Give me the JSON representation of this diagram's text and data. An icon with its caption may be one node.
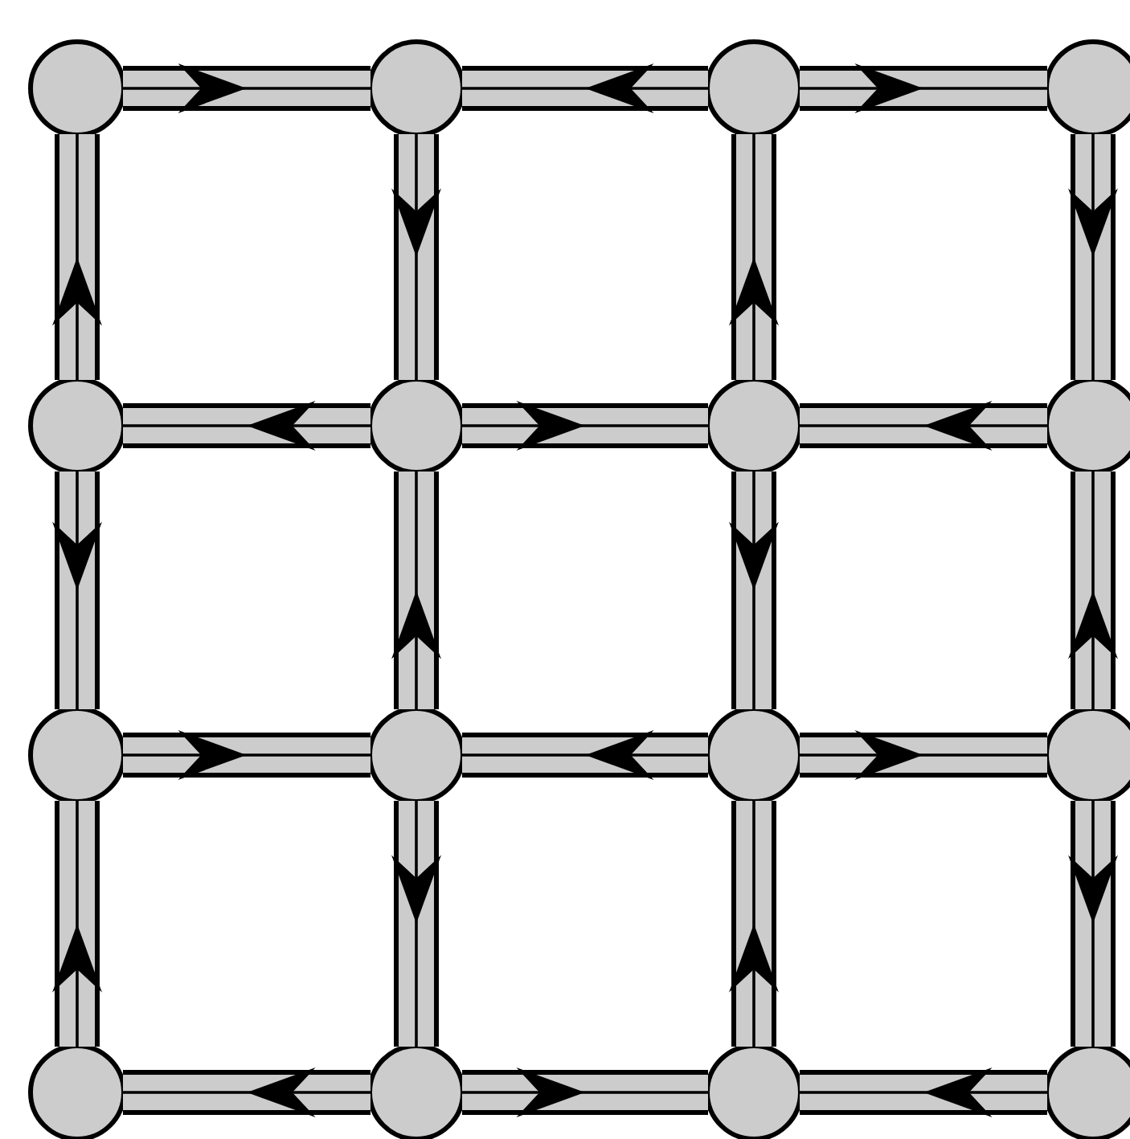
{
  "diagram": {
    "nodes": [
      {
        "text": [],
        "shape": "circle"
      },
      {
        "text": [],
        "shape": "circle"
      },
      {
        "text": [],
        "shape": "circle"
      },
      {
        "text": [],
        "shape": "circle"
      },
      {
        "text": [],
        "shape": "circle"
      },
      {
        "text": [],
        "shape": "circle"
      },
      {
        "text": [],
        "shape": "circle"
      },
      {
        "text": [],
        "shape": "circle"
      },
      {
        "text": [],
        "shape": "circle"
      },
      {
        "text": [],
        "shape": "circle"
      },
      {
        "text": [],
        "shape": "circle"
      },
      {
        "text": [],
        "shape": "circle"
      },
      {
        "text": [],
        "shape": "circle"
      },
      {
        "text": [],
        "shape": "circle"
      },
      {
        "text": [],
        "shape": "circle"
      },
      {
        "text": [],
        "shape": "circle"
      }
    ],
    "edges": [
      {
        "from": 0,
        "to": 1,
        "arrow": "to"
      },
      {
        "from": 2,
        "to": 1,
        "arrow": "to"
      },
      {
        "from": 2,
        "to": 3,
        "arrow": "to"
      },
      {
        "from": 5,
        "to": 4,
        "arrow": "to"
      },
      {
        "from": 5,
        "to": 6,
        "arrow": "to"
      },
      {
        "from": 7,
        "to": 6,
        "arrow": "to"
      },
      {
        "from": 8,
        "to": 9,
        "arrow": "to"
      },
      {
        "from": 10,
        "to": 9,
        "arrow": "to"
      },
      {
        "from": 10,
        "to": 11,
        "arrow": "to"
      },
      {
        "from": 13,
        "to": 12,
        "arrow": "to"
      },
      {
        "from": 13,
        "to": 14,
        "arrow": "to"
      },
      {
        "from": 15,
        "to": 14,
        "arrow": "to"
      },
      {
        "from": 4,
        "to": 0,
        "arrow": "to"
      },
      {
        "from": 4,
        "to": 8,
        "arrow": "to"
      },
      {
        "from": 12,
        "to": 8,
        "arrow": "to"
      },
      {
        "from": 1,
        "to": 5,
        "arrow": "to"
      },
      {
        "from": 9,
        "to": 5,
        "arrow": "to"
      },
      {
        "from": 9,
        "to": 13,
        "arrow": "to"
      },
      {
        "from": 6,
        "to": 2,
        "arrow": "to"
      },
      {
        "from": 6,
        "to": 10,
        "arrow": "to"
      },
      {
        "from": 14,
        "to": 10,
        "arrow": "to"
      },
      {
        "from": 3,
        "to": 7,
        "arrow": "to"
      },
      {
        "from": 11,
        "to": 7,
        "arrow": "to"
      },
      {
        "from": 11,
        "to": 15,
        "arrow": "to"
      }
    ]
  }
}
